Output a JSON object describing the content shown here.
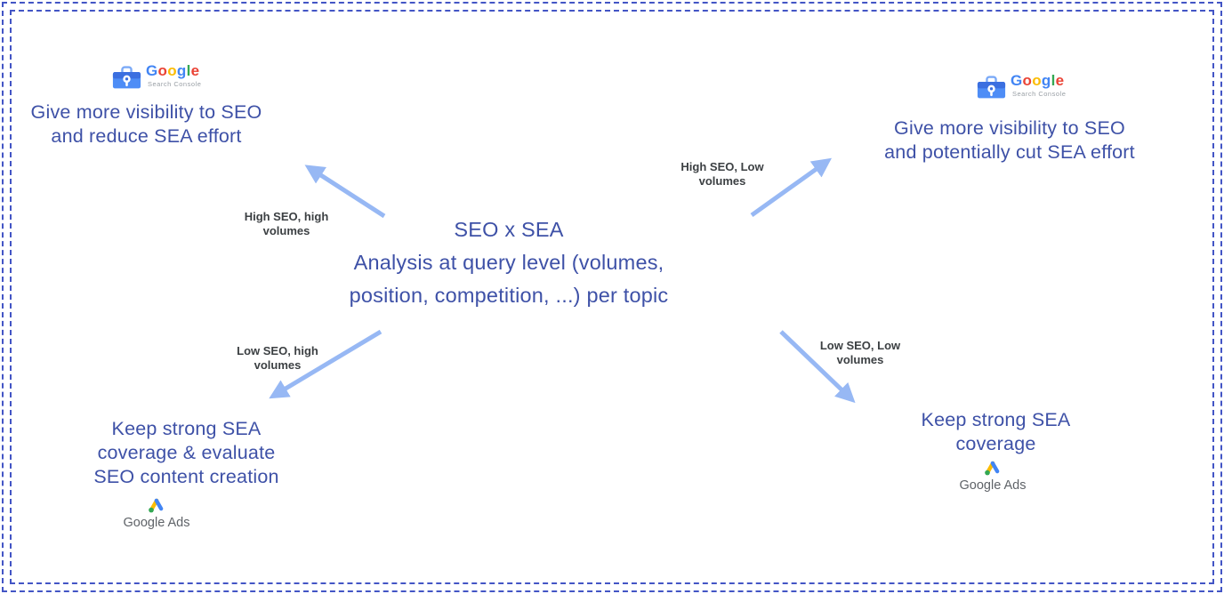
{
  "colors": {
    "text_blue": "#3e51a7",
    "arrow_blue": "#97b8f4",
    "border_blue": "#4355c5",
    "arrow_label_color": "#3c4043",
    "google_blue": "#4285F4",
    "google_red": "#EA4335",
    "google_yellow": "#FBBC05",
    "google_green": "#34A853",
    "ads_label_gray": "#5f6368"
  },
  "center": {
    "text": "SEO x SEA\nAnalysis at query level (volumes,\nposition, competition, ...) per topic"
  },
  "logos": {
    "search_console": {
      "wordmark_letters": [
        {
          "ch": "G",
          "color": "#4285F4"
        },
        {
          "ch": "o",
          "color": "#EA4335"
        },
        {
          "ch": "o",
          "color": "#FBBC05"
        },
        {
          "ch": "g",
          "color": "#4285F4"
        },
        {
          "ch": "l",
          "color": "#34A853"
        },
        {
          "ch": "e",
          "color": "#EA4335"
        }
      ],
      "product": "Search Console"
    },
    "google_ads": {
      "label": "Google Ads"
    }
  },
  "quadrants": {
    "top_left": {
      "outcome": "Give more visibility to SEO\nand reduce SEA effort",
      "arrow_label": "High SEO, high\nvolumes"
    },
    "top_right": {
      "outcome": "Give more visibility to SEO\nand potentially cut SEA effort",
      "arrow_label": "High SEO, Low\nvolumes"
    },
    "bottom_left": {
      "outcome": "Keep strong SEA\ncoverage & evaluate\nSEO content creation",
      "arrow_label": "Low SEO, high\nvolumes"
    },
    "bottom_right": {
      "outcome": "Keep strong SEA\ncoverage",
      "arrow_label": "Low SEO, Low\nvolumes"
    }
  }
}
